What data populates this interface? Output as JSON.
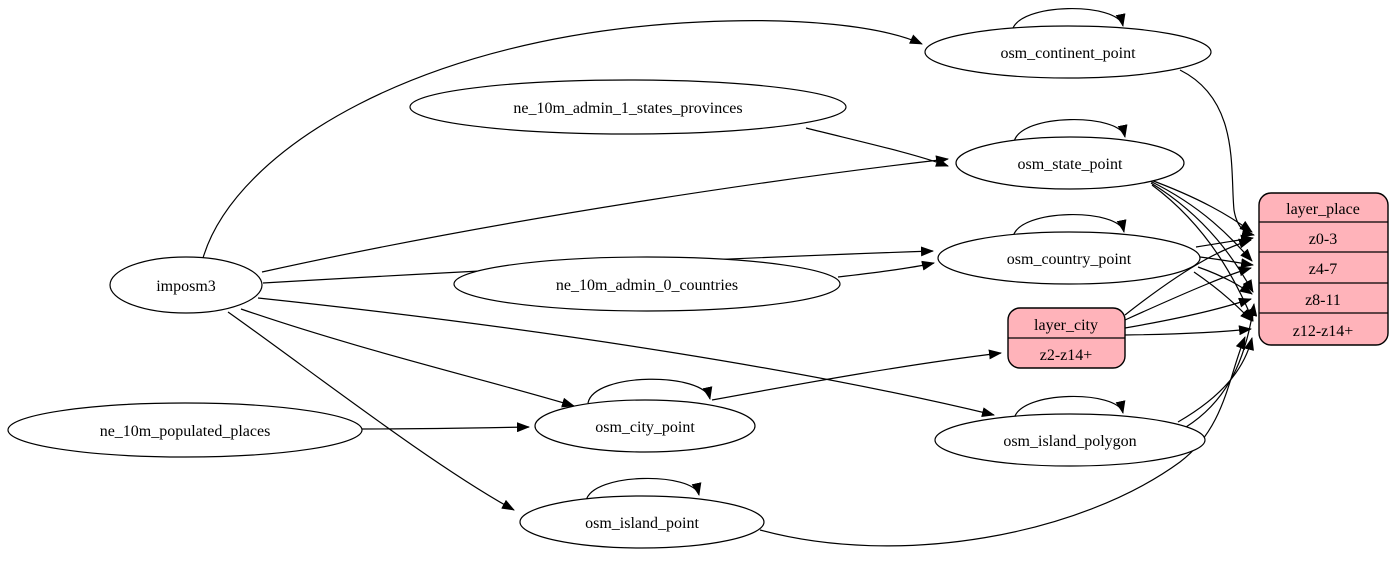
{
  "diagram": {
    "kind": "etl-graph",
    "colors": {
      "background": "#ffffff",
      "node_fill": "#ffffff",
      "record_fill": "#ffb3ba",
      "stroke": "#000000"
    },
    "nodes": {
      "imposm3": {
        "label": "imposm3",
        "shape": "ellipse"
      },
      "ne_10m_admin_1_states_provinces": {
        "label": "ne_10m_admin_1_states_provinces",
        "shape": "ellipse"
      },
      "ne_10m_admin_0_countries": {
        "label": "ne_10m_admin_0_countries",
        "shape": "ellipse"
      },
      "ne_10m_populated_places": {
        "label": "ne_10m_populated_places",
        "shape": "ellipse"
      },
      "osm_continent_point": {
        "label": "osm_continent_point",
        "shape": "ellipse"
      },
      "osm_state_point": {
        "label": "osm_state_point",
        "shape": "ellipse"
      },
      "osm_country_point": {
        "label": "osm_country_point",
        "shape": "ellipse"
      },
      "osm_city_point": {
        "label": "osm_city_point",
        "shape": "ellipse"
      },
      "osm_island_polygon": {
        "label": "osm_island_polygon",
        "shape": "ellipse"
      },
      "osm_island_point": {
        "label": "osm_island_point",
        "shape": "ellipse"
      },
      "layer_city": {
        "title": "layer_city",
        "rows": [
          "z2-z14+"
        ],
        "shape": "record"
      },
      "layer_place": {
        "title": "layer_place",
        "rows": [
          "z0-3",
          "z4-7",
          "z8-11",
          "z12-z14+"
        ],
        "shape": "record"
      }
    },
    "edges": [
      {
        "from": "imposm3",
        "to": "osm_continent_point"
      },
      {
        "from": "imposm3",
        "to": "osm_state_point"
      },
      {
        "from": "imposm3",
        "to": "osm_country_point"
      },
      {
        "from": "imposm3",
        "to": "osm_city_point"
      },
      {
        "from": "imposm3",
        "to": "osm_island_polygon"
      },
      {
        "from": "imposm3",
        "to": "osm_island_point"
      },
      {
        "from": "ne_10m_admin_1_states_provinces",
        "to": "osm_state_point"
      },
      {
        "from": "ne_10m_admin_0_countries",
        "to": "osm_country_point"
      },
      {
        "from": "ne_10m_populated_places",
        "to": "osm_city_point"
      },
      {
        "from": "osm_continent_point",
        "to": "osm_continent_point"
      },
      {
        "from": "osm_state_point",
        "to": "osm_state_point"
      },
      {
        "from": "osm_country_point",
        "to": "osm_country_point"
      },
      {
        "from": "osm_city_point",
        "to": "osm_city_point"
      },
      {
        "from": "osm_island_polygon",
        "to": "osm_island_polygon"
      },
      {
        "from": "osm_island_point",
        "to": "osm_island_point"
      },
      {
        "from": "osm_city_point",
        "to": "layer_city:z2-z14+"
      },
      {
        "from": "osm_continent_point",
        "to": "layer_place:z0-3"
      },
      {
        "from": "osm_state_point",
        "to": "layer_place:z0-3"
      },
      {
        "from": "osm_state_point",
        "to": "layer_place:z4-7"
      },
      {
        "from": "osm_state_point",
        "to": "layer_place:z8-11"
      },
      {
        "from": "osm_state_point",
        "to": "layer_place:z12-z14+"
      },
      {
        "from": "osm_country_point",
        "to": "layer_place:z0-3"
      },
      {
        "from": "osm_country_point",
        "to": "layer_place:z4-7"
      },
      {
        "from": "osm_country_point",
        "to": "layer_place:z8-11"
      },
      {
        "from": "osm_country_point",
        "to": "layer_place:z12-z14+"
      },
      {
        "from": "layer_city",
        "to": "layer_place:z0-3"
      },
      {
        "from": "layer_city",
        "to": "layer_place:z4-7"
      },
      {
        "from": "layer_city",
        "to": "layer_place:z8-11"
      },
      {
        "from": "layer_city",
        "to": "layer_place:z12-z14+"
      },
      {
        "from": "osm_island_polygon",
        "to": "layer_place:z8-11"
      },
      {
        "from": "osm_island_polygon",
        "to": "layer_place:z12-z14+"
      },
      {
        "from": "osm_island_point",
        "to": "layer_place:z12-z14+"
      }
    ]
  }
}
